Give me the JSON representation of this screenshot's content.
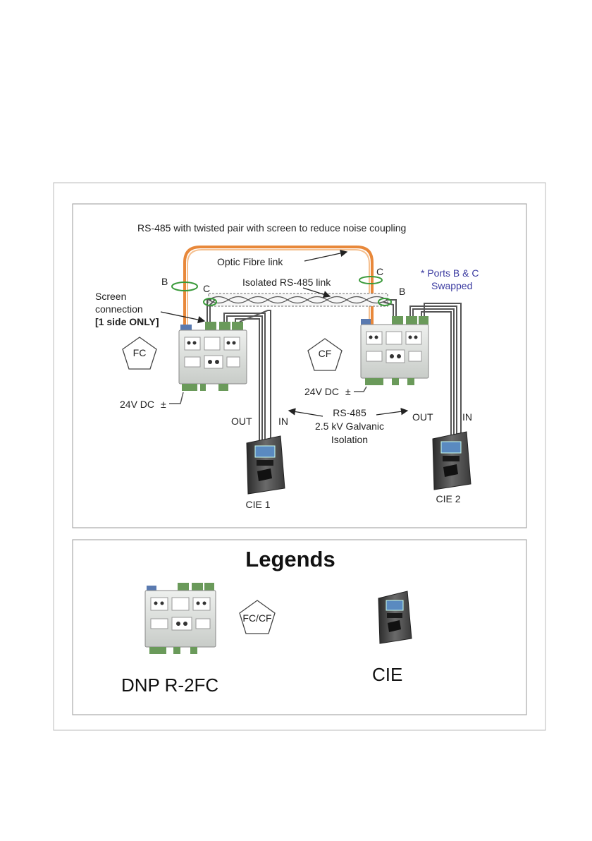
{
  "diagram": {
    "top_note": "RS-485 with twisted pair with screen to reduce noise coupling",
    "optic_fibre_label": "Optic Fibre link",
    "isolated_link_label": "Isolated RS-485 link",
    "port_b_left": "B",
    "port_c_left": "C",
    "port_c_right": "C",
    "port_b_right": "B",
    "swap_note_line1": "* Ports B & C",
    "swap_note_line2": "Swapped",
    "screen_line1": "Screen",
    "screen_line2": "connection",
    "screen_line3": "[1 side ONLY]",
    "fc_label": "FC",
    "cf_label": "CF",
    "power_left": "24V DC",
    "power_right": "24V DC",
    "plus_minus": "±",
    "out_left": "OUT",
    "in_left": "IN",
    "out_right": "OUT",
    "in_right": "IN",
    "rs485_line1": "RS-485",
    "rs485_line2": "2.5 kV Galvanic",
    "rs485_line3": "Isolation",
    "cie1": "CIE 1",
    "cie2": "CIE 2"
  },
  "legend": {
    "title": "Legends",
    "fccf_label": "FC/CF",
    "device_label": "DNP R-2FC",
    "cie_label": "CIE"
  },
  "colors": {
    "fibre": "#e8883a",
    "port_ring": "#3a9a3a",
    "terminal": "#6a9a5a",
    "device_body": "#d8dcd8",
    "cie_body": "#4a4a4a",
    "blue_note": "#3a3aa0"
  }
}
